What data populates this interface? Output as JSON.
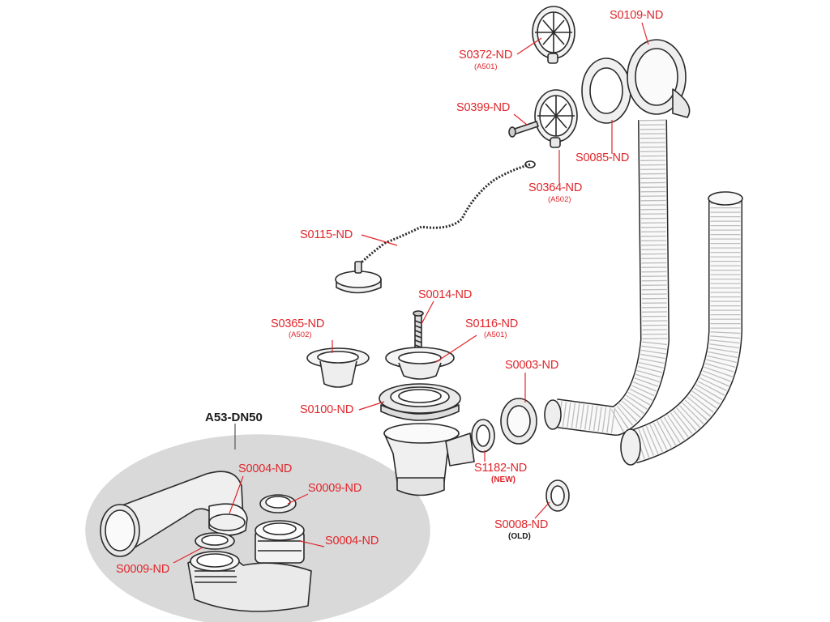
{
  "colors": {
    "label": "#e0262b",
    "outline": "#2a2a2a",
    "part_fill": "#f4f4f4",
    "kit_background": "#d9d9d9"
  },
  "kit": {
    "title": "A53-DN50"
  },
  "labels": {
    "s0372": {
      "code": "S0372-ND",
      "sub": "(A501)"
    },
    "s0109": {
      "code": "S0109-ND"
    },
    "s0399": {
      "code": "S0399-ND"
    },
    "s0085": {
      "code": "S0085-ND"
    },
    "s0364": {
      "code": "S0364-ND",
      "sub": "(A502)"
    },
    "s0115": {
      "code": "S0115-ND"
    },
    "s0014": {
      "code": "S0014-ND"
    },
    "s0365": {
      "code": "S0365-ND",
      "sub": "(A502)"
    },
    "s0116": {
      "code": "S0116-ND",
      "sub": "(A501)"
    },
    "s0003": {
      "code": "S0003-ND"
    },
    "s0100": {
      "code": "S0100-ND"
    },
    "s1182": {
      "code": "S1182-ND",
      "note": "(NEW)"
    },
    "s0008": {
      "code": "S0008-ND",
      "note": "(OLD)"
    },
    "kit_s0004_top": {
      "code": "S0004-ND"
    },
    "kit_s0009_top": {
      "code": "S0009-ND"
    },
    "kit_s0004_bottom": {
      "code": "S0004-ND"
    },
    "kit_s0009_bottom": {
      "code": "S0009-ND"
    }
  }
}
